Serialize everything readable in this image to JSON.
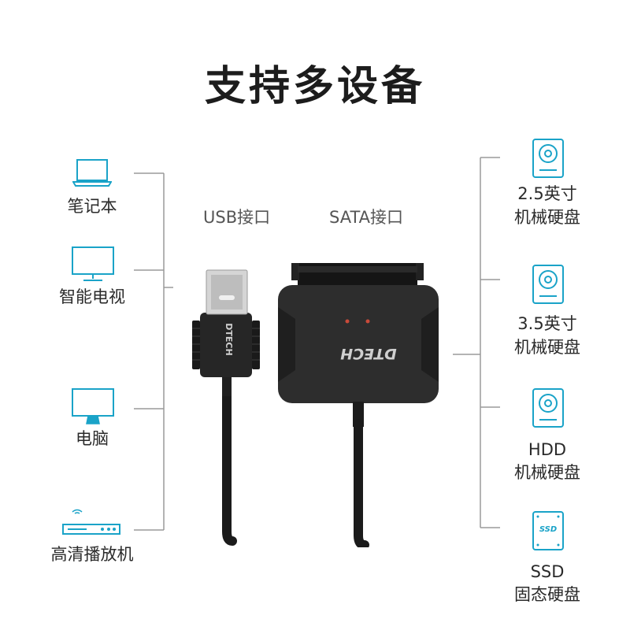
{
  "title": "支持多设备",
  "ports": {
    "usb": "USB接口",
    "sata": "SATA接口"
  },
  "brand": "DTECH",
  "left_devices": [
    {
      "label": "笔记本",
      "icon": "laptop-icon"
    },
    {
      "label": "智能电视",
      "icon": "smart-tv-icon"
    },
    {
      "label": "电脑",
      "icon": "monitor-icon"
    },
    {
      "label": "高清播放机",
      "icon": "media-player-icon"
    }
  ],
  "right_devices": [
    {
      "line1": "2.5英寸",
      "line2": "机械硬盘",
      "icon": "hard-disk-icon"
    },
    {
      "line1": "3.5英寸",
      "line2": "机械硬盘",
      "icon": "hard-disk-icon"
    },
    {
      "line1": "HDD",
      "line2": "机械硬盘",
      "icon": "hard-disk-icon"
    },
    {
      "line1": "SSD",
      "line2": "固态硬盘",
      "icon": "ssd-icon",
      "badge": "SSD"
    }
  ],
  "colors": {
    "icon_accent": "#1aa3c8",
    "connector_line": "#9a9a9a",
    "device_body": "#2a2a2a"
  }
}
